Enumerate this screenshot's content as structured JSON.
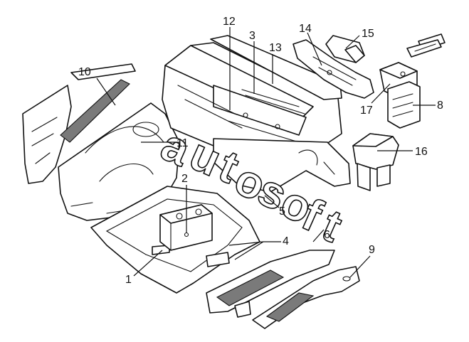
{
  "watermark": {
    "letters": [
      "a",
      "u",
      "t",
      "o",
      "s",
      "o",
      "f",
      "t"
    ]
  },
  "callouts": {
    "c1": "1",
    "c2": "2",
    "c3": "3",
    "c4": "4",
    "c5": "5",
    "c6": "6",
    "c8": "8",
    "c9": "9",
    "c10": "10",
    "c11": "11",
    "c12": "12",
    "c13": "13",
    "c14": "14",
    "c15": "15",
    "c16": "16",
    "c17": "17"
  }
}
